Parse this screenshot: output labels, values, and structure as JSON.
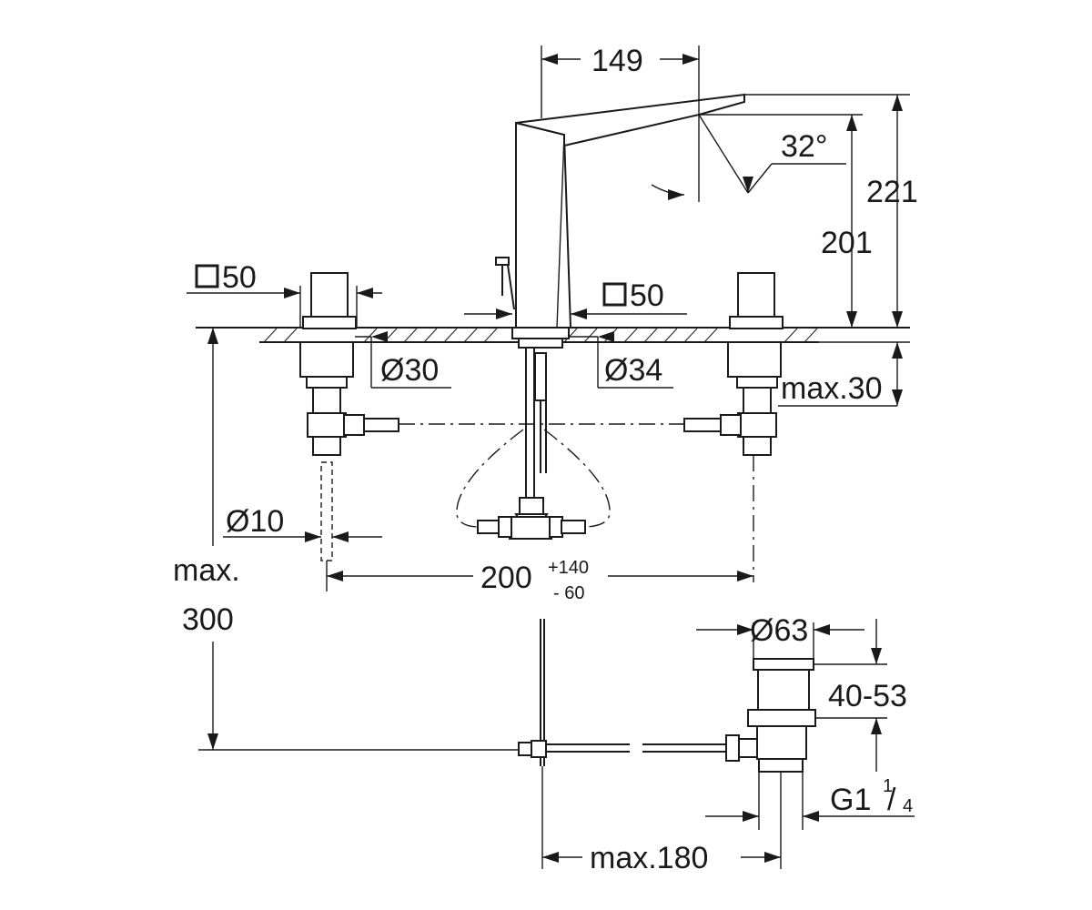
{
  "dimensions": {
    "spout_projection": "149",
    "spout_angle": "32°",
    "total_height": "221",
    "spout_height": "201",
    "left_handle_square": "50",
    "center_base_square": "50",
    "left_hole_diameter": "Ø30",
    "center_hole_diameter": "Ø34",
    "max_deck_thickness": "max.30",
    "supply_diameter": "Ø10",
    "spread_base": "200",
    "spread_plus": "+140",
    "spread_minus": "-  60",
    "max_label": "max.",
    "max_depth": "300",
    "waste_diameter": "Ø63",
    "waste_height": "40-53",
    "waste_thread": "G1",
    "thread_numerator": "1",
    "thread_denominator": "4",
    "max_rod_reach": "max.180"
  },
  "colors": {
    "line": "#1a1a1a",
    "background": "#ffffff"
  }
}
